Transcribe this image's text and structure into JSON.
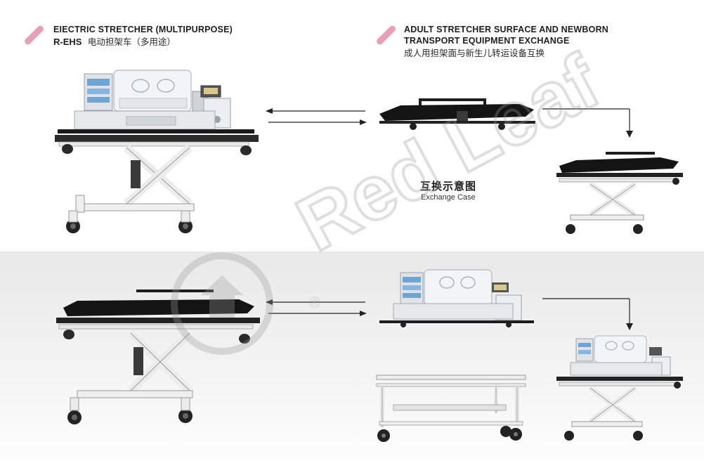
{
  "left_heading": {
    "title_en": "EIECTRIC STRETCHER (MULTIPURPOSE)",
    "model": "R-EHS",
    "title_cn": "电动担架车（多用途）"
  },
  "right_heading": {
    "title_en_line1": "ADULT STRETCHER SURFACE AND NEWBORN",
    "title_en_line2": "TRANSPORT EQUIPMENT EXCHANGE",
    "title_cn": "成人用担架面与新生儿转运设备互换"
  },
  "center_label": {
    "cn": "互换示意图",
    "en": "Exchange Case"
  },
  "watermark": {
    "text": "Red Leaf",
    "mark": "®"
  },
  "colors": {
    "accent": "#e8a0b4",
    "frame": "#e9e9ea",
    "dark": "#1c1c1c",
    "watermark": "#b7b7b7"
  }
}
